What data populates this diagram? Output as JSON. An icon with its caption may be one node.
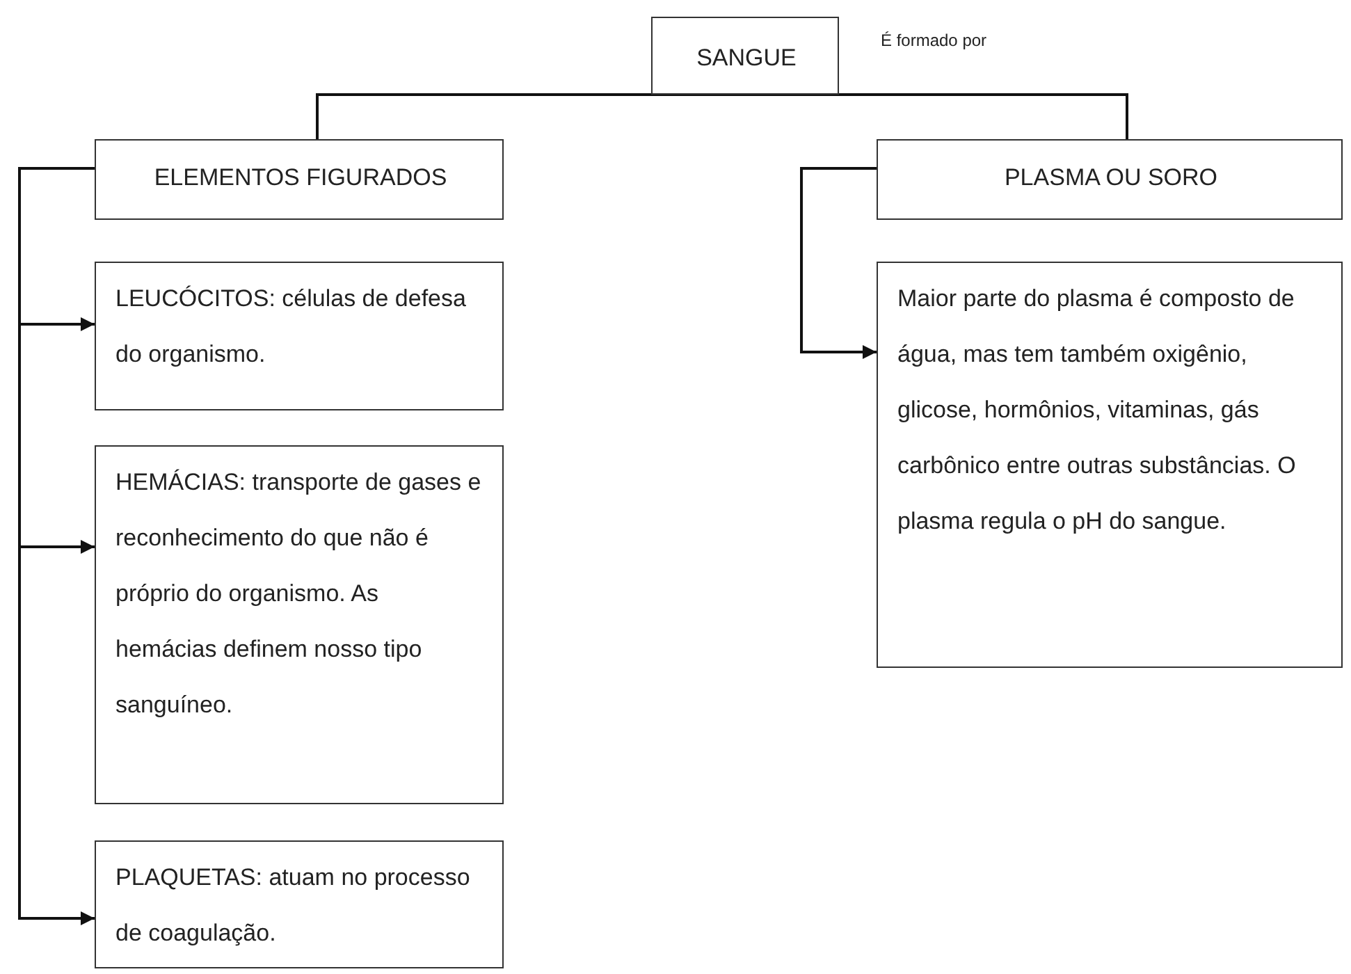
{
  "diagram": {
    "nodes": [
      {
        "text": [
          "SANGUE"
        ],
        "beside": [
          "É formado por"
        ]
      },
      {
        "text": [
          "ELEMENTOS FIGURADOS"
        ]
      },
      {
        "text": [
          "LEUCÓCITOS: células de defesa do organismo."
        ]
      },
      {
        "text": [
          "HEMÁCIAS: transporte de gases e reconhecimento do que não é próprio do organismo. As hemácias definem nosso tipo sanguíneo."
        ]
      },
      {
        "text": [
          "PLAQUETAS: atuam no processo de coagulação."
        ]
      },
      {
        "text": [
          "PLASMA OU SORO"
        ]
      },
      {
        "text": [
          "Maior parte do plasma é composto de água, mas tem também oxigênio, glicose, hormônios, vitaminas, gás carbônico entre outras substâncias. O plasma regula o pH do sangue."
        ]
      }
    ],
    "edges": [
      {
        "from": 0,
        "to": 1,
        "arrow": "none"
      },
      {
        "from": 0,
        "to": 5,
        "arrow": "none"
      },
      {
        "from": 1,
        "to": 2,
        "arrow": "to"
      },
      {
        "from": 1,
        "to": 3,
        "arrow": "to"
      },
      {
        "from": 1,
        "to": 4,
        "arrow": "to"
      },
      {
        "from": 5,
        "to": 6,
        "arrow": "to"
      }
    ]
  }
}
